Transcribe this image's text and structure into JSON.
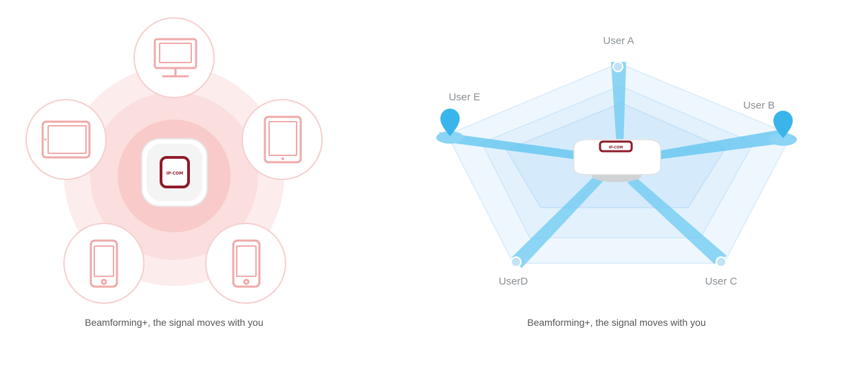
{
  "left": {
    "caption": "Beamforming+, the signal moves with you",
    "device_brand": "IP-COM",
    "devices": [
      {
        "icon": "desktop-monitor-icon"
      },
      {
        "icon": "tablet-portrait-icon"
      },
      {
        "icon": "smartphone-icon"
      },
      {
        "icon": "smartphone-icon"
      },
      {
        "icon": "tablet-landscape-icon"
      }
    ]
  },
  "right": {
    "caption": "Beamforming+, the signal moves with you",
    "device_brand": "IP-COM",
    "users": {
      "a": "User A",
      "b": "User B",
      "c": "User C",
      "d": "UserD",
      "e": "User E"
    }
  },
  "colors": {
    "pink_light": "#fdecec",
    "pink_mid": "#fbd9d9",
    "pink_core": "#f8c4c4",
    "icon_stroke": "#f0a9a9",
    "blue_beam": "#5cc3f0",
    "blue_field": "#e6f3fc",
    "pin_blue": "#3ab5ec",
    "brand_red": "#8e1b2a"
  }
}
